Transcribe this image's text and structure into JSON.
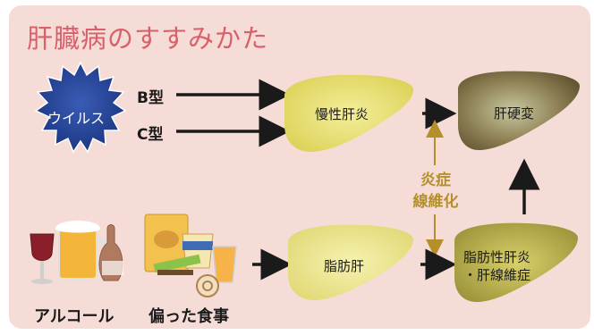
{
  "title": "肝臓病のすすみかた",
  "virus": {
    "badge": "ウイルス",
    "b_type": "B型",
    "c_type": "C型"
  },
  "stages": {
    "chronic_hepatitis": "慢性肝炎",
    "cirrhosis": "肝硬変",
    "fatty_liver": "脂肪肝",
    "nash_line1": "脂肪性肝炎",
    "nash_line2": "・肝線維症"
  },
  "middle_label": {
    "line1": "炎症",
    "line2": "線維化"
  },
  "causes": {
    "alcohol": "アルコール",
    "diet": "偏った食事"
  },
  "colors": {
    "background": "#f6dcd6",
    "title": "#d8606a",
    "badge": "#1e3f8f",
    "liver_light": "#f1ea8c",
    "arrow_gold": "#b5902a"
  }
}
